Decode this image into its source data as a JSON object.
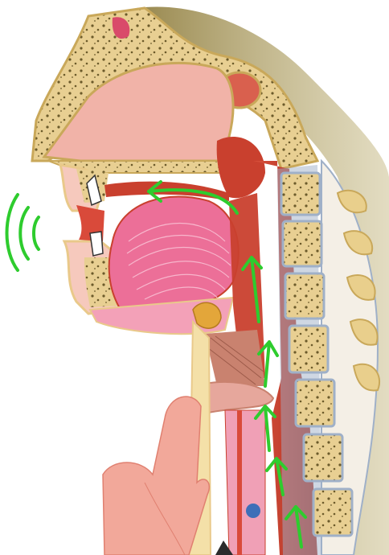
{
  "image": {
    "subject": "sagittal-head-neck-section",
    "background": "#ffffff"
  },
  "colors": {
    "bone": "#e8cf92",
    "bone_outline": "#c9a85a",
    "bone_speckle": "#6b5a2a",
    "skin_outline": "#e9c98a",
    "soft_tissue": "#f6c9bd",
    "nasal_cavity": "#f1b3a8",
    "pharynx": "#c9402e",
    "pharynx_dark": "#a92f22",
    "tongue": "#ec6f98",
    "tongue_base": "#f3a1b8",
    "teeth": "#ffffff",
    "lips": "#d94a3a",
    "hair_shadow": "#8c7a3a",
    "vertebra": "#e9cf8c",
    "disc": "#9fb0c8",
    "finger": "#f2a89a",
    "hyoid": "#e3a63a",
    "trachea": "#e6a79c",
    "arrows": "#2ecc2e"
  },
  "icons": [
    "sound-wave-icon",
    "airflow-arrow-icon"
  ],
  "airflow_arrow_count": 6,
  "sound_wave_count": 3
}
